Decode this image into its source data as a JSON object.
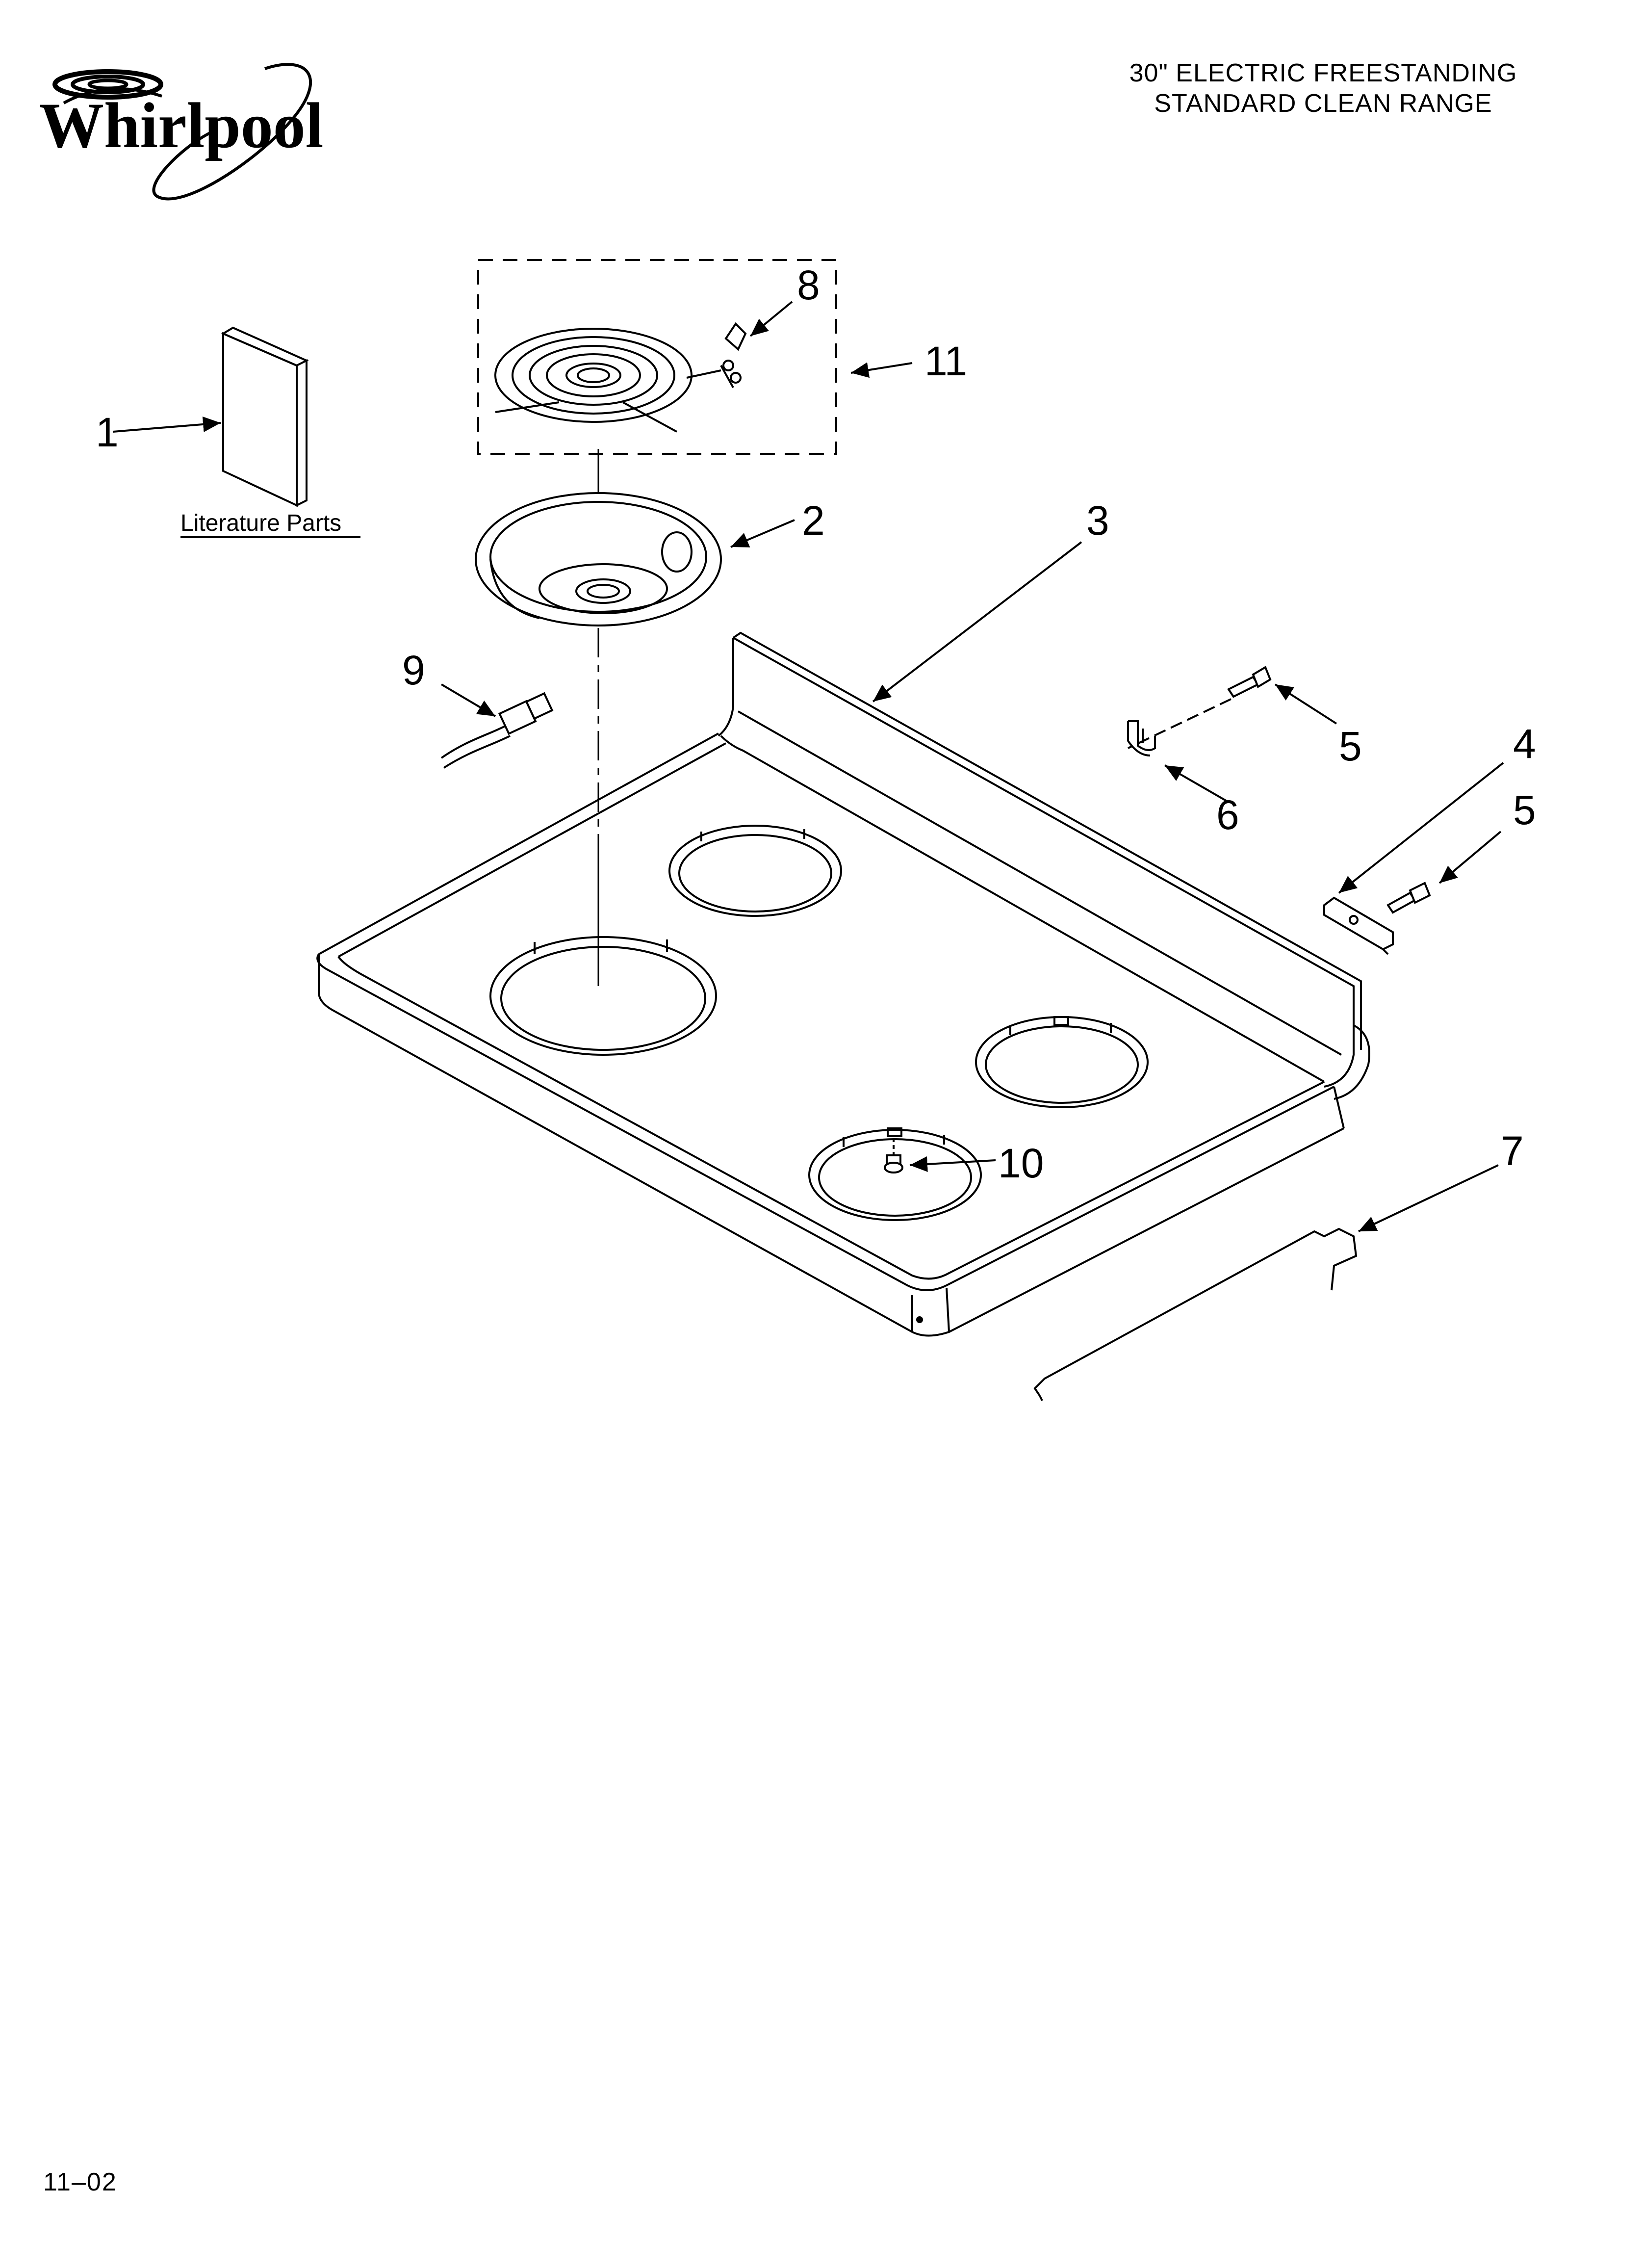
{
  "header": {
    "brand": "Whirlpool",
    "title_line1": "30\" ELECTRIC FREESTANDING",
    "title_line2": "STANDARD CLEAN RANGE"
  },
  "literature": {
    "label": "Literature Parts"
  },
  "callouts": {
    "c1": "1",
    "c2": "2",
    "c3": "3",
    "c4": "4",
    "c5a": "5",
    "c5b": "5",
    "c6": "6",
    "c7": "7",
    "c8": "8",
    "c9": "9",
    "c10": "10",
    "c11": "11"
  },
  "footer": {
    "date_code": "11–02"
  }
}
